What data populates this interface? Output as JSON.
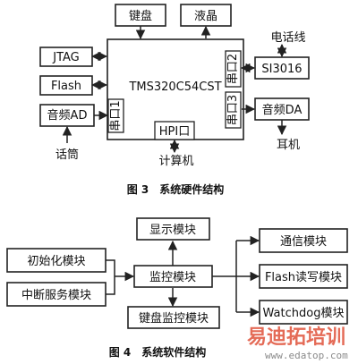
{
  "figure3": {
    "caption": "图 3　系统硬件结构",
    "dsp": "TMS320C54CST",
    "keyboard": "键盘",
    "lcd": "液晶",
    "jtag": "JTAG",
    "flash": "Flash",
    "audio_ad": "音频AD",
    "serial1": "串口1",
    "serial2": "串口2",
    "serial3": "串口3",
    "hpi": "HPI口",
    "si3016": "SI3016",
    "audio_da": "音频DA",
    "phone_line": "电话线",
    "microphone": "话筒",
    "earphone": "耳机",
    "computer": "计算机"
  },
  "figure4": {
    "caption": "图 4　系统软件结构",
    "display": "显示模块",
    "init": "初始化模块",
    "interrupt": "中断服务模块",
    "monitor": "监控模块",
    "kbd_monitor": "键盘监控模块",
    "comm": "通信模块",
    "flash_rw": "Flash读写模块",
    "watchdog": "Watchdog模块"
  },
  "watermark": {
    "logo_text": "易迪拓培训",
    "url": "www.edatop.com"
  }
}
